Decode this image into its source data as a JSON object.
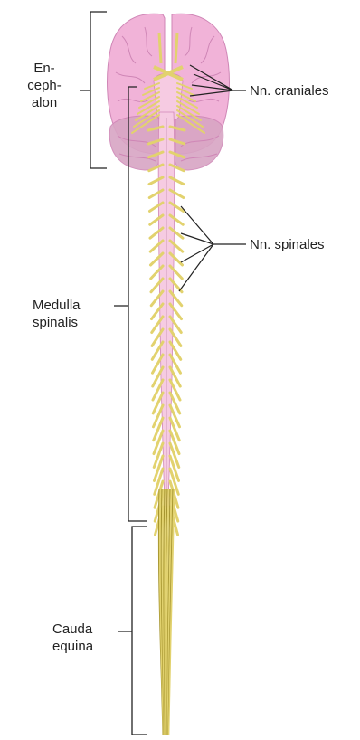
{
  "labels": {
    "encephalon": [
      "En-",
      "ceph-",
      "alon"
    ],
    "medulla": [
      "Medulla",
      "spinalis"
    ],
    "cauda": [
      "Cauda",
      "equina"
    ],
    "cranial": "Nn. craniales",
    "spinal": "Nn. spinales"
  },
  "colors": {
    "brain": "#f1b3d8",
    "brain_dark": "#cf86b6",
    "cerebellum": "#d8a5c4",
    "cord": "#f6cbe2",
    "nerve": "#e2d26e",
    "nerve_dark": "#a5942e",
    "line": "#222222"
  }
}
